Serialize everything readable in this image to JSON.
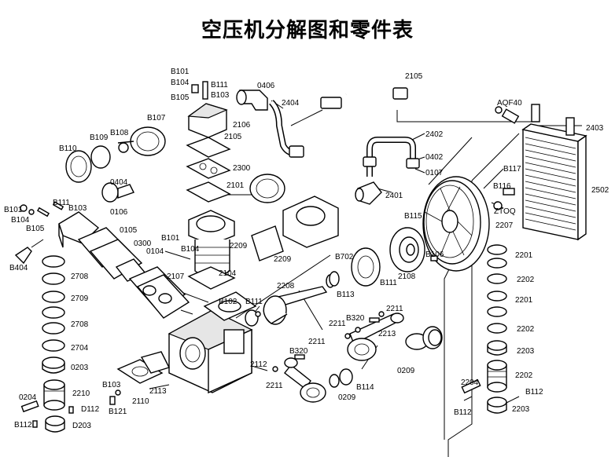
{
  "title": "空压机分解图和零件表",
  "labels": {
    "B101a": "B101",
    "B104a": "B104",
    "B105a": "B105",
    "B111a": "B111",
    "B103a": "B103",
    "L0406": "0406",
    "L2404": "2404",
    "L2105a": "2105",
    "AQF40": "AQF40",
    "L2403": "2403",
    "B110": "B110",
    "B109": "B109",
    "B108": "B108",
    "B107": "B107",
    "L2106": "2106",
    "L2105b": "2105",
    "L2402": "2402",
    "L0402": "0402",
    "L0107": "0107",
    "L2300": "2300",
    "L0404": "0404",
    "L2101": "2101",
    "B117": "B117",
    "L2502": "2502",
    "B101b": "B101",
    "B111b": "B111",
    "B103b": "B103",
    "B104b": "B104",
    "B105b": "B105",
    "L0106": "0106",
    "L2401": "2401",
    "B116": "B116",
    "ZTOQ": "ZTOQ",
    "B115": "B115",
    "L2207": "2207",
    "L0105": "0105",
    "B101c": "B101",
    "L0300": "0300",
    "L0104": "0104",
    "B104c": "B104",
    "L2209a": "2209",
    "L2209b": "2209",
    "B404": "B404",
    "B702": "B702",
    "B106": "B106",
    "L2201a": "2201",
    "L2708a": "2708",
    "L2107": "2107",
    "L2104": "2104",
    "L2108": "2108",
    "B111c": "B111",
    "L2202a": "2202",
    "L2208": "2208",
    "B113": "B113",
    "L2709": "2709",
    "B102": "B102",
    "B111d": "B111",
    "L2201b": "2201",
    "L2211a": "2211",
    "B320a": "B320",
    "L2708b": "2708",
    "L2211b": "2211",
    "L2213": "2213",
    "L2202b": "2202",
    "L2211c": "2211",
    "B320b": "B320",
    "L2704": "2704",
    "L2203a": "2203",
    "L0203": "0203",
    "L2112": "2112",
    "L0209a": "0209",
    "B103c": "B103",
    "L2211d": "2211",
    "L2202c": "2202",
    "B114": "B114",
    "L2204": "2204",
    "L2113": "2113",
    "L0209b": "0209",
    "L2210a": "2210",
    "L0204": "0204",
    "B112a": "B112",
    "D112": "D112",
    "L2110": "2110",
    "B121": "B121",
    "B112b": "B112",
    "L2203b": "2203",
    "B112c": "B112",
    "D203": "D203"
  }
}
